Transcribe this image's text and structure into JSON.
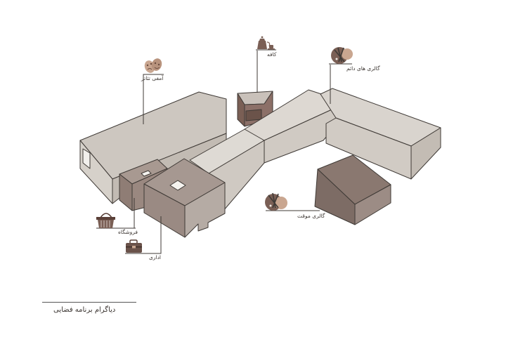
{
  "caption": "دیاگرام برنامه فضایی",
  "labels": {
    "theater": "آمفی تئاتر",
    "cafe": "کافه",
    "permanent_gallery": "گالری های دائم",
    "temporary_gallery": "گالری موقت",
    "shop": "فروشگاه",
    "administration": "اداری"
  },
  "icons": {
    "theater": "theater-masks-icon",
    "cafe": "coffee-set-icon",
    "permanent_gallery": "art-palette-brushes-icon",
    "temporary_gallery": "art-palette-brushes-icon",
    "shop": "shopping-basket-icon",
    "administration": "briefcase-icon"
  },
  "colors": {
    "light_wall": "#d8d3cd",
    "mid_wall": "#c9c3bb",
    "dark_block": "#9b8a82",
    "accent_brown": "#7a5f55",
    "icon_tan": "#c9a690",
    "line": "#3f3a36"
  }
}
